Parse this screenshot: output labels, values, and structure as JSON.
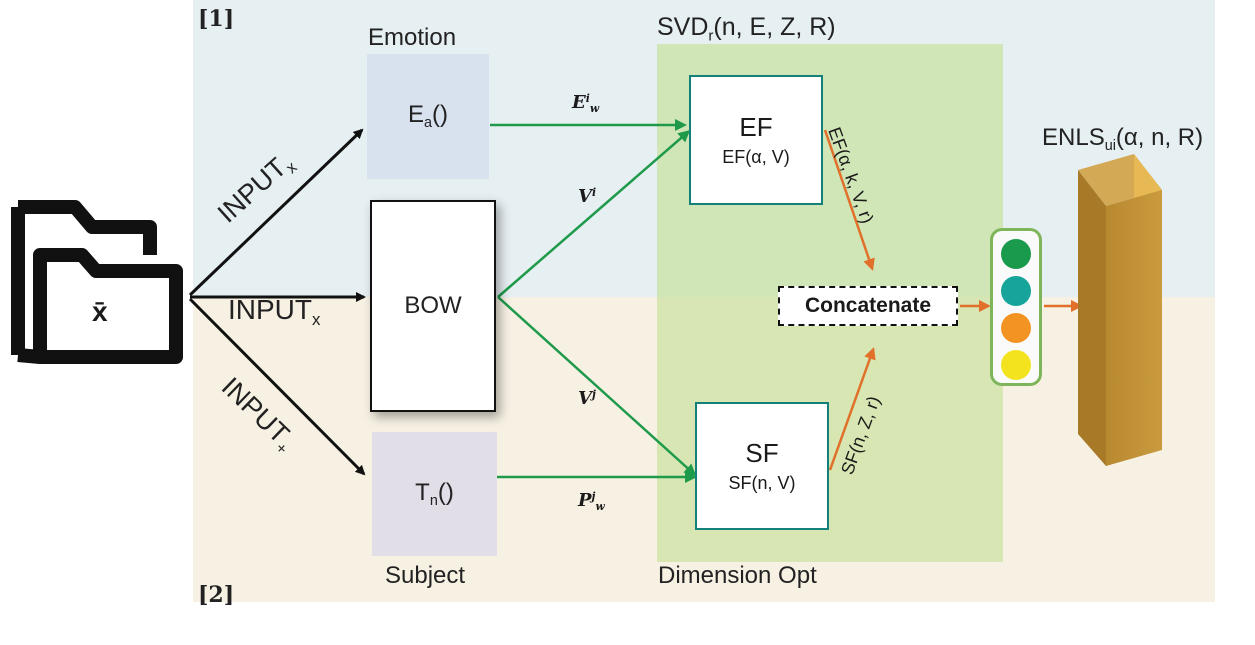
{
  "panels": {
    "top_label": "[1]",
    "bottom_label": "[2]"
  },
  "input": {
    "label": "x̄"
  },
  "arrows": {
    "input_top": "INPUT",
    "input_top_sub": "x",
    "input_mid": "INPUT",
    "input_mid_sub": "x",
    "input_bottom": "INPUT",
    "input_bottom_sub": "+",
    "e_w": "E",
    "e_w_sup": "i",
    "e_w_sub": "w",
    "v_top": "V",
    "v_top_sup": "i",
    "v_bottom": "V",
    "v_bottom_sup": "j",
    "p_w": "P",
    "p_w_sup": "j",
    "p_w_sub": "w",
    "ef_out": "EF(α, k, V, r)",
    "sf_out": "SF(n, Z, r)"
  },
  "emotion": {
    "title": "Emotion",
    "func": "E",
    "func_sub": "a",
    "func_tail": "()"
  },
  "subject": {
    "title": "Subject",
    "func": "T",
    "func_sub": "n",
    "func_tail": "()"
  },
  "bow": {
    "label": "BOW"
  },
  "svd": {
    "title": "SVD",
    "title_sub": "r",
    "title_tail": "(n, E, Z, R)",
    "footer": "Dimension Opt"
  },
  "ef": {
    "label": "EF",
    "formula": "EF(α, V)"
  },
  "sf": {
    "label": "SF",
    "formula": "SF(n, V)"
  },
  "concat": {
    "label": "Concatenate"
  },
  "enls": {
    "title": "ENLS",
    "title_sub": "ui",
    "title_tail": "(α, n, R)"
  },
  "colors": {
    "green_arrow": "#1f9a4b",
    "orange_arrow": "#e0702a",
    "dots": [
      "#1a9a4c",
      "#17a59b",
      "#f29324",
      "#f3e31f"
    ],
    "block": "#c99a3e"
  }
}
